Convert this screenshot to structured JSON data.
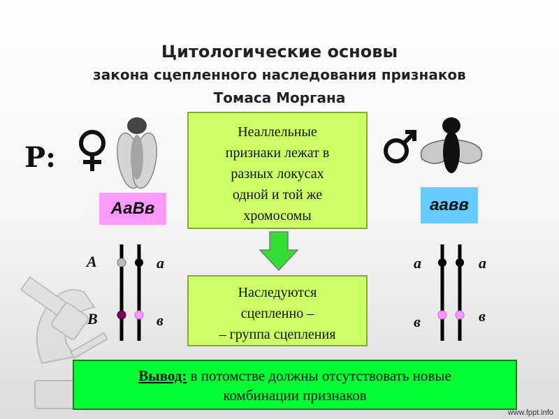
{
  "title": {
    "line1": "Цитологические основы",
    "line2": "закона сцепленного наследования признаков",
    "line3": "Томаса Моргана"
  },
  "parents_label": "Р:",
  "female": {
    "symbol_icon": "female-symbol-icon",
    "fly_icon": "female-fly-icon",
    "genotype": "АаВв"
  },
  "male": {
    "symbol_icon": "male-symbol-icon",
    "fly_icon": "male-fly-icon",
    "genotype": "аавв"
  },
  "statement_box": {
    "lines": [
      "Неаллельные",
      "признаки лежат в",
      "разных локусах",
      "одной и той же",
      "хромосомы"
    ]
  },
  "arrow_icon": "down-arrow-icon",
  "result_box": {
    "lines": [
      "Наследуются",
      "сцепленно –",
      "– группа сцепления"
    ]
  },
  "female_chromosomes": {
    "left": {
      "top": "А",
      "bottom": "В"
    },
    "right": {
      "top": "а",
      "bottom": "в"
    }
  },
  "male_chromosomes": {
    "left": {
      "top": "а",
      "bottom": "в"
    },
    "right": {
      "top": "а",
      "bottom": "в"
    }
  },
  "colors": {
    "statement_bg": "#ccff66",
    "conclusion_bg": "#00ff33",
    "female_genotype_bg": "#ff99ff",
    "male_genotype_bg": "#66ccff",
    "dominant_b": "#800060",
    "recessive_b": "#ff99ff"
  },
  "conclusion": {
    "lead": "Вывод:",
    "text1": " в потомстве должны отсутствовать новые",
    "text2": "комбинации признаков"
  },
  "microscope_icon": "microscope-icon",
  "watermark": "www.fppt.info"
}
